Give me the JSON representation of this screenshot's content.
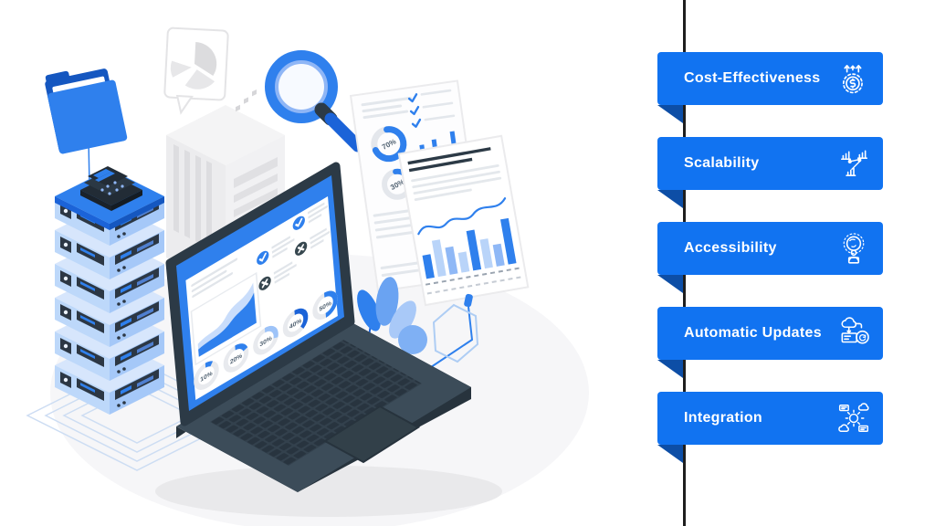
{
  "slide": {
    "items": [
      {
        "label": "Cost-Effectiveness",
        "icon": "money-gear-icon"
      },
      {
        "label": "Scalability",
        "icon": "growth-network-icon"
      },
      {
        "label": "Accessibility",
        "icon": "global-access-icon"
      },
      {
        "label": "Automatic Updates",
        "icon": "cloud-update-icon"
      },
      {
        "label": "Integration",
        "icon": "integration-gear-icon"
      }
    ],
    "colors": {
      "banner_blue": "#1173f1",
      "fold_blue": "#0d4ea6",
      "divider_black": "#1e1e1e"
    }
  },
  "illustration": {
    "alt": "Isometric cloud-computing illustration with laptop analytics dashboard, server stack, report documents, folder, pie-chart bubble and magnifying glass",
    "laptop_dashboard": {
      "gauge_labels": [
        "10%",
        "20%",
        "30%",
        "40%",
        "50%"
      ]
    },
    "report_document": {
      "donut_labels": [
        "70%",
        "30%"
      ]
    },
    "colors": {
      "primary_blue": "#2f80ed",
      "light_blue": "#bdd8fa",
      "dark_slate": "#2c3a46",
      "paper_gray": "#ededef"
    }
  }
}
